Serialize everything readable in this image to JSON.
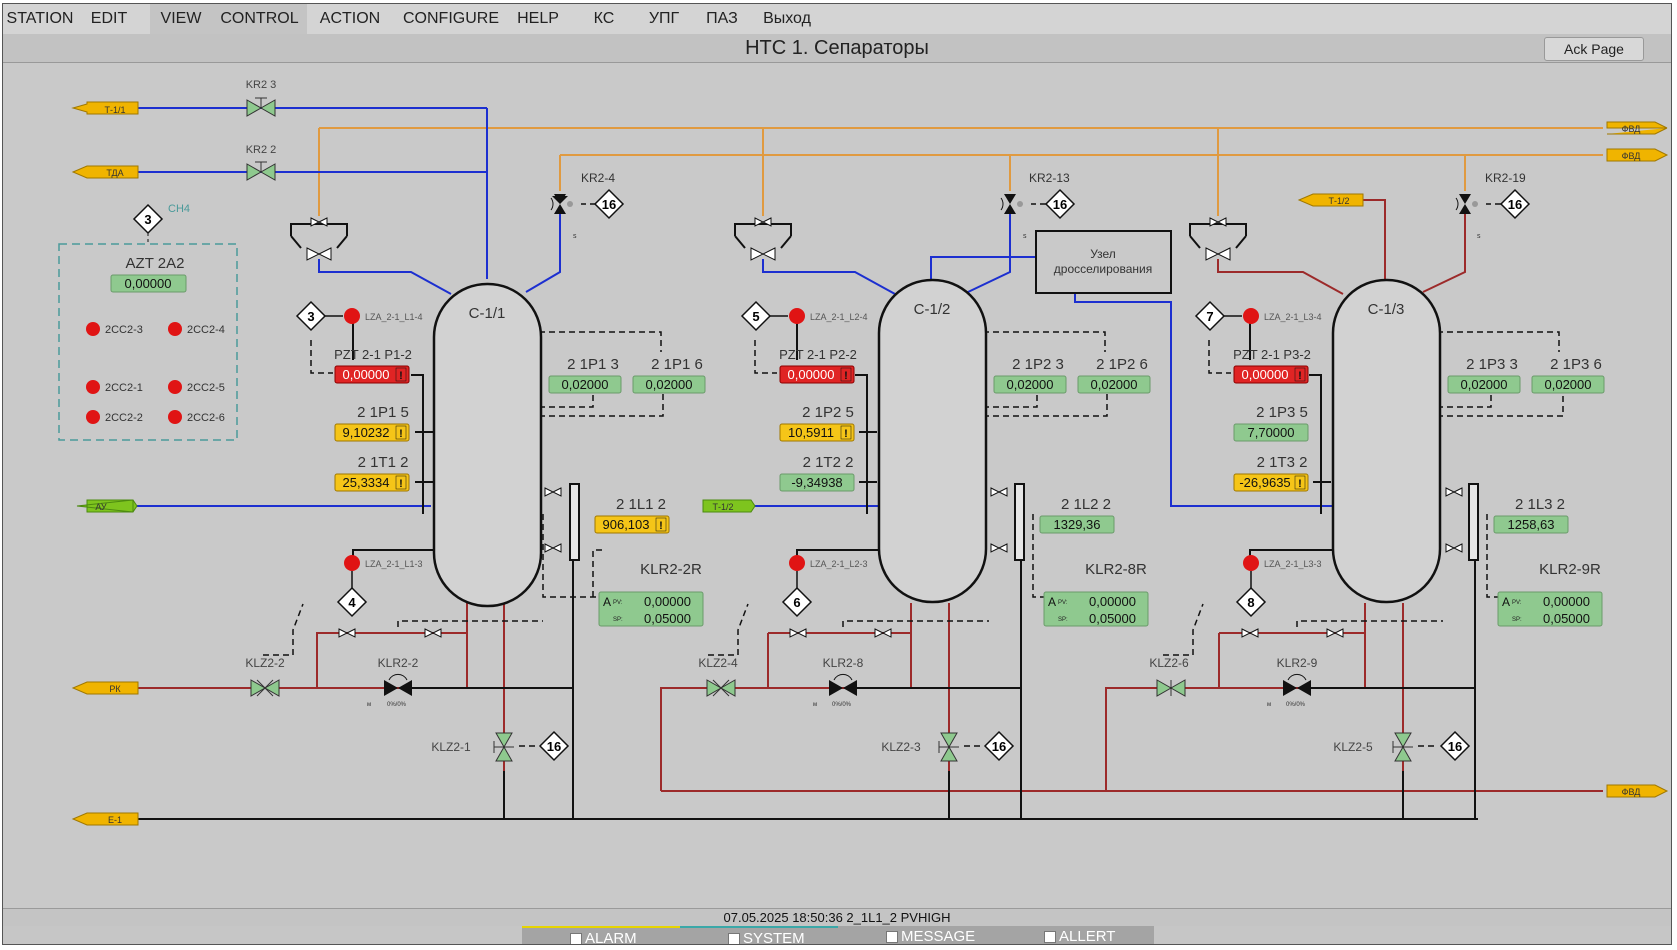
{
  "menu": {
    "items": [
      "STATION",
      "EDIT",
      "VIEW",
      "CONTROL",
      "ACTION",
      "CONFIGURE",
      "HELP",
      "КС",
      "УПГ",
      "ПАЗ",
      "Выход"
    ]
  },
  "header": {
    "title": "НТС 1. Сепараторы",
    "ack_button": "Ack Page"
  },
  "inlets": {
    "t11": "Т-1/1",
    "tda": "ТДА",
    "au": "АУ",
    "rk": "РК",
    "e1": "Е-1",
    "t12a": "Т-1/2",
    "t12b": "Т-1/2",
    "fvd1": "ФВД",
    "fvd2": "ФВД",
    "fvd3": "ФВД"
  },
  "valves": {
    "kr23": "KR2 3",
    "kr22": "KR2 2",
    "kr24": "KR2-4",
    "kr213": "KR2-13",
    "kr219": "KR2-19",
    "klz22": "KLZ2-2",
    "klz24": "KLZ2-4",
    "klz26": "KLZ2-6",
    "klr22": "KLR2-2",
    "klr28": "KLR2-8",
    "klr29": "KLR2-9",
    "klz21": "KLZ2-1",
    "klz23": "KLZ2-3",
    "klz25": "KLZ2-5",
    "small_m": "м",
    "small_pct": "0%/0%",
    "small_s": "s"
  },
  "gas_analyzer": {
    "title": "AZT 2A2",
    "value": "0,00000",
    "ch4": "CH4",
    "num": "3",
    "lamps": [
      "2СС2-3",
      "2СС2-4",
      "2СС2-1",
      "2СС2-5",
      "2СС2-2",
      "2СС2-6"
    ]
  },
  "node": {
    "line1": "Узел",
    "line2": "дросселирования"
  },
  "separators": [
    {
      "name": "С-1/1",
      "p_tag": "PZT 2-1 P1-2",
      "p_val": "0,00000",
      "p5_tag": "2 1P1 5",
      "p5_val": "9,10232",
      "t_tag": "2 1T1 2",
      "t_val": "25,3334",
      "p3_tag": "2 1P1 3",
      "p3_val": "0,02000",
      "p6_tag": "2 1P1 6",
      "p6_val": "0,02000",
      "l_tag": "2 1L1 2",
      "l_val": "906,103",
      "klr_tag": "KLR2-2R",
      "pv": "0,00000",
      "sp": "0,05000",
      "lza_up": "LZA_2-1_L1-4",
      "lza_dn": "LZA_2-1_L1-3",
      "d_up": "3",
      "d_dn": "4"
    },
    {
      "name": "С-1/2",
      "p_tag": "PZT 2-1 P2-2",
      "p_val": "0,00000",
      "p5_tag": "2 1P2 5",
      "p5_val": "10,5911",
      "t_tag": "2 1T2 2",
      "t_val": "-9,34938",
      "p3_tag": "2 1P2 3",
      "p3_val": "0,02000",
      "p6_tag": "2 1P2 6",
      "p6_val": "0,02000",
      "l_tag": "2 1L2 2",
      "l_val": "1329,36",
      "klr_tag": "KLR2-8R",
      "pv": "0,00000",
      "sp": "0,05000",
      "lza_up": "LZA_2-1_L2-4",
      "lza_dn": "LZA_2-1_L2-3",
      "d_up": "5",
      "d_dn": "6"
    },
    {
      "name": "С-1/3",
      "p_tag": "PZT 2-1 P3-2",
      "p_val": "0,00000",
      "p5_tag": "2 1P3 5",
      "p5_val": "7,70000",
      "t_tag": "2 1T3 2",
      "t_val": "-26,9635",
      "p3_tag": "2 1P3 3",
      "p3_val": "0,02000",
      "p6_tag": "2 1P3 6",
      "p6_val": "0,02000",
      "l_tag": "2 1L3 2",
      "l_val": "1258,63",
      "klr_tag": "KLR2-9R",
      "pv": "0,00000",
      "sp": "0,05000",
      "lza_up": "LZA_2-1_L3-4",
      "lza_dn": "LZA_2-1_L3-3",
      "d_up": "7",
      "d_dn": "8"
    }
  ],
  "diamond_16": "16",
  "pv_label": "PV:",
  "sp_label": "SP:",
  "a_label": "A",
  "alarm_mark": "!",
  "status": {
    "message": "07.05.2025 18:50:36  2_1L1_2 PVHIGH"
  },
  "tabs": [
    "ALARM",
    "SYSTEM",
    "MESSAGE",
    "ALLERT"
  ],
  "colors": {
    "gas_blue": "#1c2fd0",
    "fvd_orange": "#e09a40",
    "liquid_red": "#9c2a2a",
    "value_green": "#8fc98f",
    "value_yellow": "#f5c518",
    "value_red": "#e02424",
    "inlet_yellow": "#f0b400",
    "inlet_green": "#7ec41e"
  }
}
